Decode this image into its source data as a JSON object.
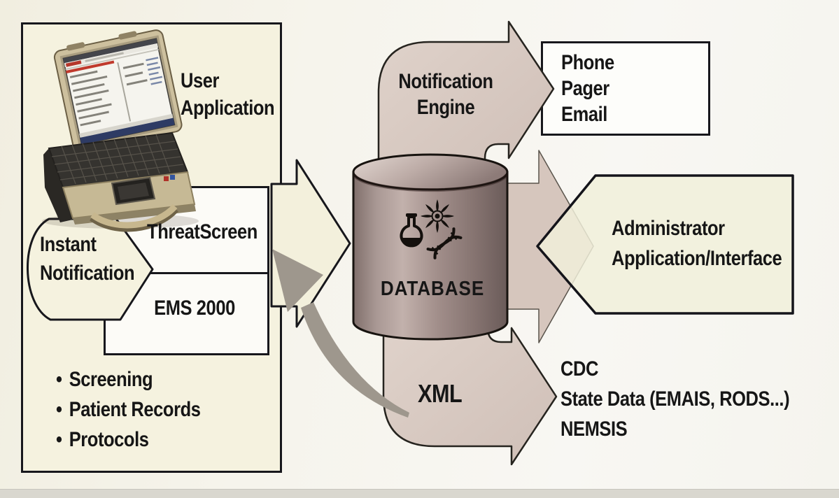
{
  "diagram": {
    "labels": {
      "user_application": [
        "User",
        "Application"
      ],
      "threatscreen": "ThreatScreen",
      "ems2000": "EMS 2000",
      "instant_notification": [
        "Instant",
        "Notification"
      ],
      "bullet_char": "•",
      "features": [
        "Screening",
        "Patient Records",
        "Protocols"
      ],
      "notification_engine": [
        "Notification",
        "Engine"
      ],
      "phone_outputs": [
        "Phone",
        "Pager",
        "Email"
      ],
      "database": "DATABASE",
      "admin": [
        "Administrator",
        "Application/Interface"
      ],
      "xml": "XML",
      "external_systems": [
        "CDC",
        "State Data (EMAIS, RODS...)",
        "NEMSIS"
      ]
    },
    "icons": {
      "database_icons": [
        "flask-icon",
        "atom-icon",
        "dna-icon"
      ]
    },
    "colors": {
      "panel_cream": "#f5f2df",
      "arrow_cream": "#f3f0dc",
      "arrow_tan": "#d8c9c0",
      "database_body": "#a5918d",
      "gray_arrow": "#9e978d",
      "border_dark": "#17171c",
      "text": "#161616"
    }
  }
}
